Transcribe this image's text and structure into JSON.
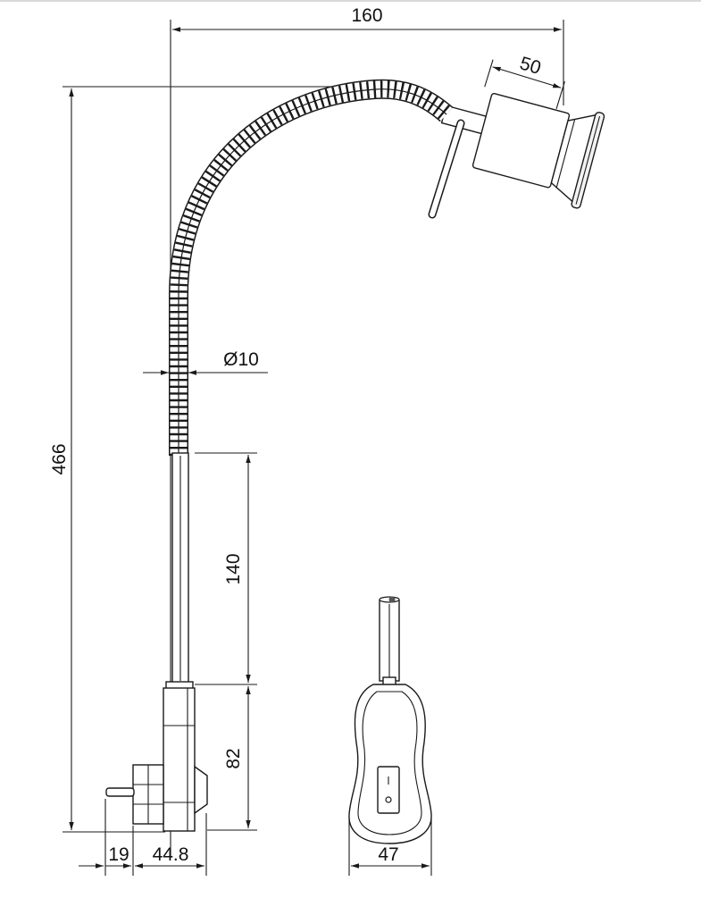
{
  "drawing": {
    "type": "technical dimension drawing",
    "dimensions": {
      "total_width": "160",
      "lamp_head_length": "50",
      "total_height": "466",
      "gooseneck_diameter": "Ø10",
      "rod_length": "140",
      "plug_height": "82",
      "pin_length": "19",
      "plug_depth": "44.8",
      "switch_width": "47"
    },
    "colors": {
      "line": "#1a1a1a",
      "background": "#ffffff"
    },
    "parts": [
      "lamp-head",
      "gooseneck",
      "rigid-rod",
      "plug-adapter",
      "inline-switch"
    ]
  }
}
